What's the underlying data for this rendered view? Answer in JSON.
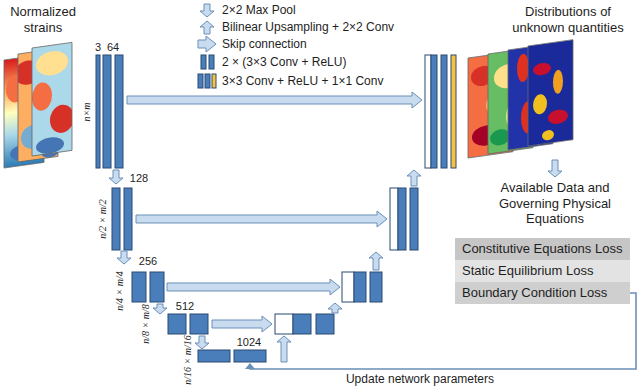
{
  "diagram": {
    "nodes": [
      {
        "text": [
          "Constitutive Equations Loss"
        ]
      },
      {
        "text": [
          "Static Equilibrium Loss"
        ]
      },
      {
        "text": [
          "Boundary Condition Loss"
        ]
      }
    ],
    "labels": [
      "Normalized strains",
      "Distributions of unknown quantities",
      "3",
      "64",
      "128",
      "256",
      "512",
      "1024",
      "n×m",
      "n/2 × m/2",
      "n/4 × m/4",
      "n/8 × m/8",
      "n/16 × m/16",
      "Available Data and Governing Physical Equations",
      "Update network parameters"
    ],
    "legend": [
      {
        "text": "2×2 Max Pool"
      },
      {
        "text": "Bilinear Upsampling + 2×2 Conv"
      },
      {
        "text": "Skip connection"
      },
      {
        "text": "2 × (3×3 Conv + ReLU)"
      },
      {
        "text": "3×3 Conv + ReLU + 1×1 Conv"
      }
    ]
  }
}
